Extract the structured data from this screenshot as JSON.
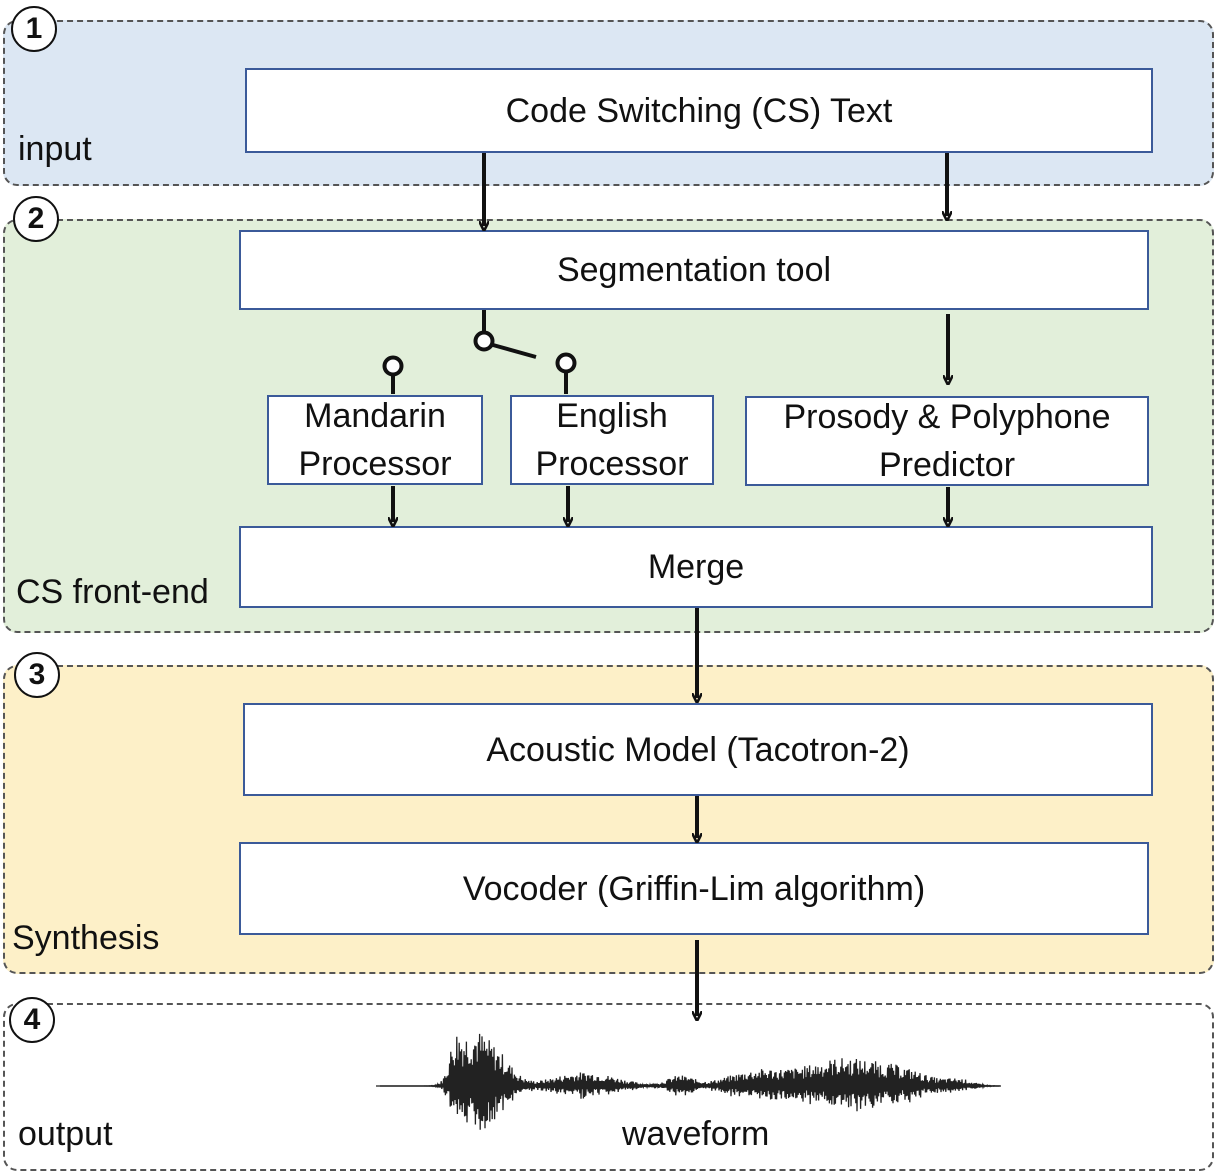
{
  "sections": [
    {
      "number": "1",
      "label": "input",
      "color": "#dce7f3"
    },
    {
      "number": "2",
      "label": "CS front-end",
      "color": "#e2efda"
    },
    {
      "number": "3",
      "label": "Synthesis",
      "color": "#fdf0c8"
    },
    {
      "number": "4",
      "label": "output",
      "color": "#ffffff"
    }
  ],
  "boxes": {
    "cs_text": "Code Switching (CS) Text",
    "segmentation": "Segmentation tool",
    "mandarin": [
      "Mandarin",
      "Processor"
    ],
    "english": [
      "English",
      "Processor"
    ],
    "prosody": [
      "Prosody & Polyphone",
      "Predictor"
    ],
    "merge": "Merge",
    "acoustic": "Acoustic Model (Tacotron-2)",
    "vocoder": "Vocoder (Griffin-Lim algorithm)"
  },
  "output": {
    "waveform_label": "waveform"
  },
  "colors": {
    "box_border": "#3b5a99",
    "arrow": "#111111"
  }
}
